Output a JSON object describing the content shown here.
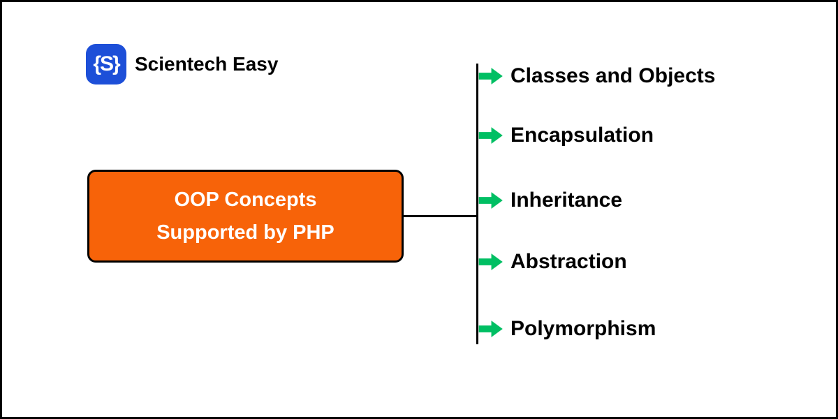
{
  "brand": {
    "name": "Scientech Easy",
    "logo_text": "{S}"
  },
  "diagram": {
    "root": {
      "line1": "OOP Concepts",
      "line2": "Supported by PHP"
    },
    "items": [
      {
        "label": "Classes and Objects"
      },
      {
        "label": "Encapsulation"
      },
      {
        "label": "Inheritance"
      },
      {
        "label": "Abstraction"
      },
      {
        "label": "Polymorphism"
      }
    ]
  },
  "colors": {
    "topic_box_fill": "#f76309",
    "topic_box_text": "#ffffff",
    "arrow_green": "#00bf63",
    "logo_blue": "#1d4fd8",
    "connector": "#000000",
    "label_text": "#000000",
    "background": "#ffffff"
  }
}
